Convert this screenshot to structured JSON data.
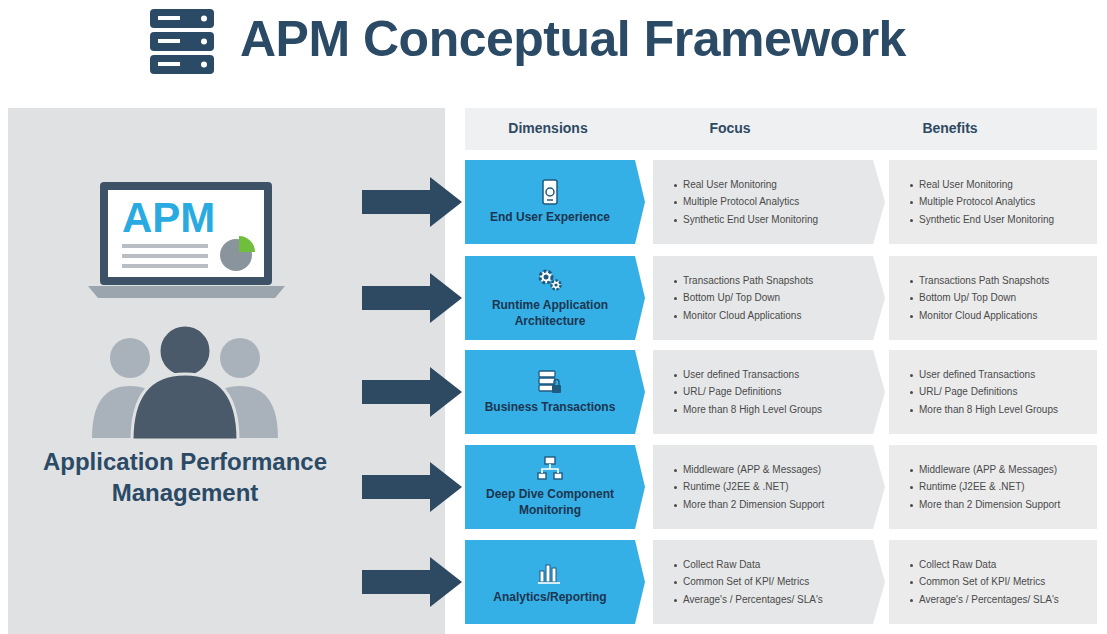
{
  "diagram": {
    "title": "APM Conceptual Framework",
    "nodes": [
      {
        "text": [
          "Application Performance Management"
        ]
      },
      {
        "text": [
          "APM"
        ],
        "in": 0
      },
      {
        "text": [
          "End User Experience"
        ]
      },
      {
        "text": [
          "Real User Monitoring",
          "Multiple Protocol Analytics",
          "Synthetic End User Monitoring"
        ]
      },
      {
        "text": [
          "Real User Monitoring",
          "Multiple Protocol Analytics",
          "Synthetic End User Monitoring"
        ]
      },
      {
        "text": [
          "Runtime Application Architecture"
        ]
      },
      {
        "text": [
          "Transactions Path Snapshots",
          "Bottom Up/ Top Down",
          "Monitor Cloud Applications"
        ]
      },
      {
        "text": [
          "Transactions Path Snapshots",
          "Bottom Up/ Top Down",
          "Monitor Cloud Applications"
        ]
      },
      {
        "text": [
          "Business Transactions"
        ]
      },
      {
        "text": [
          "User defined Transactions",
          "URL/ Page Definitions",
          "More than 8 High Level Groups"
        ]
      },
      {
        "text": [
          "User defined Transactions",
          "URL/ Page Definitions",
          "More than 8 High Level Groups"
        ]
      },
      {
        "text": [
          "Deep Dive Component Monitoring"
        ]
      },
      {
        "text": [
          "Middleware (APP & Messages)",
          "Runtime (J2EE & .NET)",
          "More than 2 Dimension Support"
        ]
      },
      {
        "text": [
          "Middleware (APP & Messages)",
          "Runtime (J2EE & .NET)",
          "More than 2 Dimension Support"
        ]
      },
      {
        "text": [
          "Analytics/Reporting"
        ]
      },
      {
        "text": [
          "Collect Raw Data",
          "Common Set of KPI/ Metrics",
          "Average's / Percentages/ SLA's"
        ]
      },
      {
        "text": [
          "Collect Raw Data",
          "Common Set of KPI/ Metrics",
          "Average's / Percentages/ SLA's"
        ]
      }
    ],
    "edges": [
      {
        "from": 0,
        "to": 2,
        "arrow": "to"
      },
      {
        "from": 0,
        "to": 5,
        "arrow": "to"
      },
      {
        "from": 0,
        "to": 8,
        "arrow": "to"
      },
      {
        "from": 0,
        "to": 11,
        "arrow": "to"
      },
      {
        "from": 0,
        "to": 14,
        "arrow": "to"
      }
    ],
    "labels": [
      "Dimensions",
      "Focus",
      "Benefits"
    ]
  }
}
